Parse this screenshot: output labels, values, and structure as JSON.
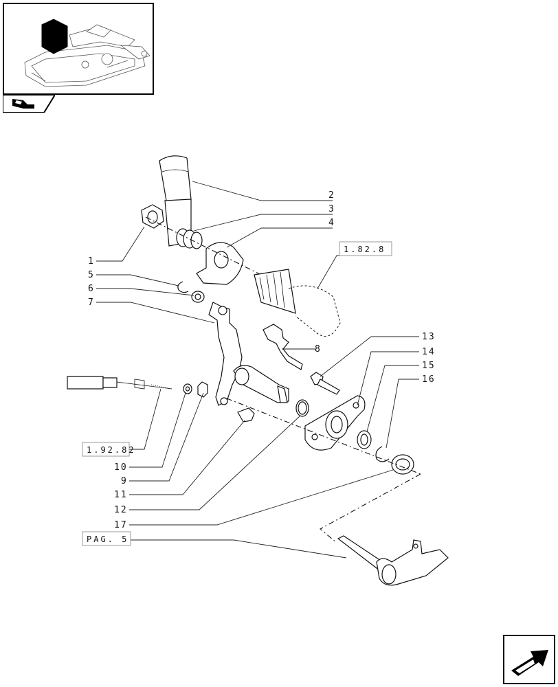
{
  "callouts": {
    "c1": "1",
    "c2": "2",
    "c3": "3",
    "c4": "4",
    "c5": "5",
    "c6": "6",
    "c7": "7",
    "c8": "8",
    "c9": "9",
    "c10": "10",
    "c11": "11",
    "c12": "12",
    "c13": "13",
    "c14": "14",
    "c15": "15",
    "c16": "16",
    "c17": "17"
  },
  "references": {
    "ref_top": "1.82.8",
    "ref_left": "1.92.82",
    "ref_page": "PAG. 5"
  },
  "icons": {
    "thumbnail": "assembly-thumbnail-icon",
    "prev": "prev-page-icon",
    "next": "next-page-icon"
  }
}
